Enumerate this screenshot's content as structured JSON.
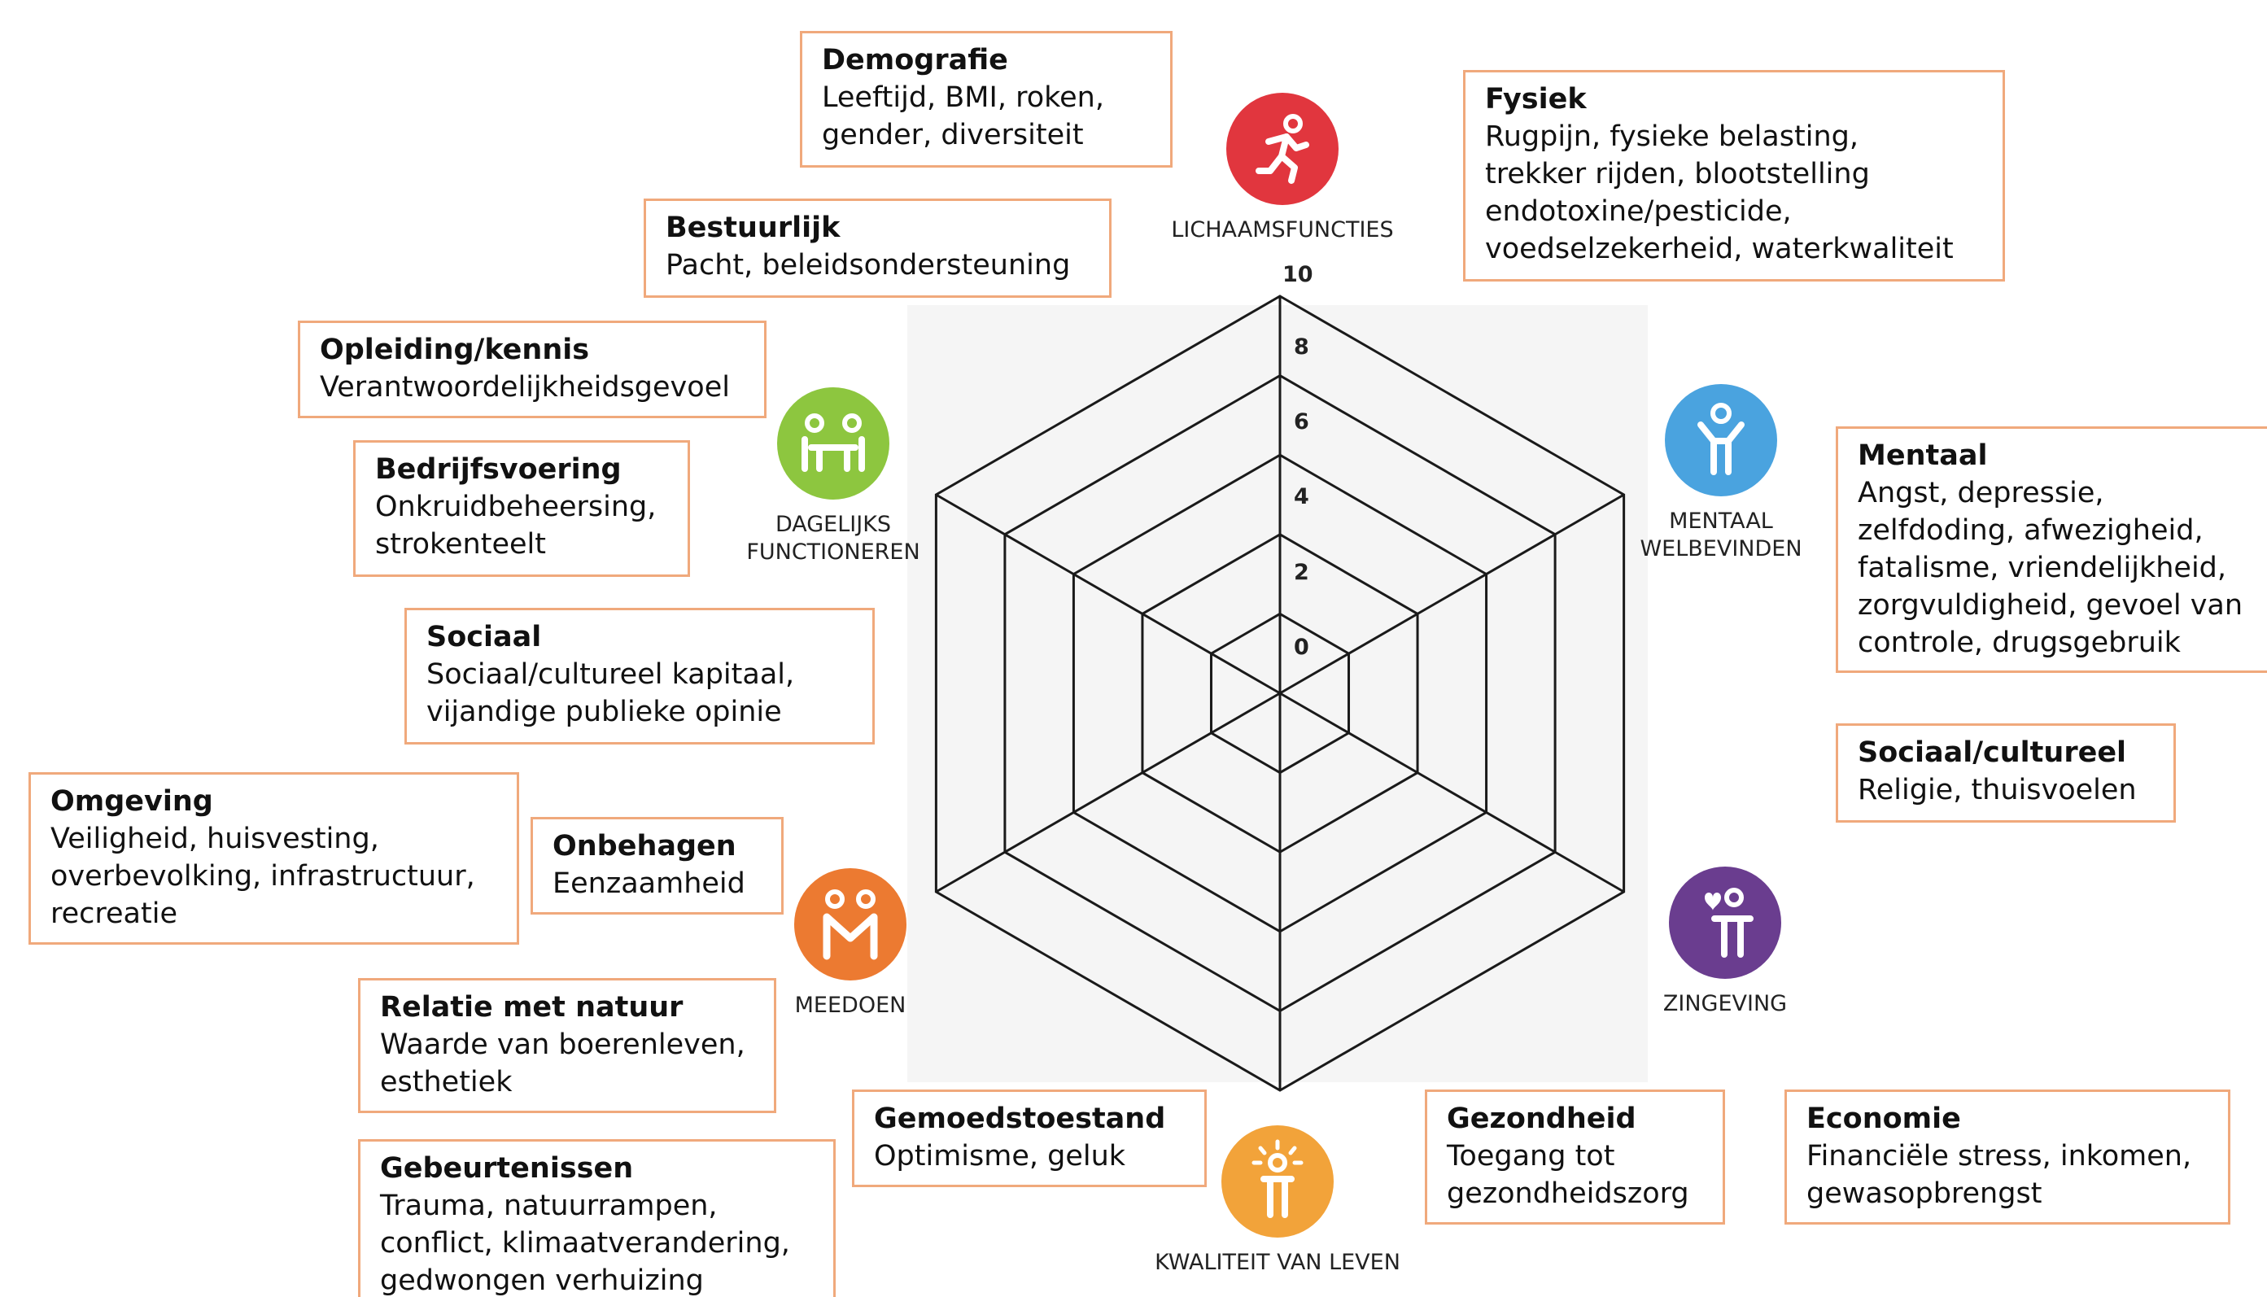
{
  "colors": {
    "box_border": "#f0a97c",
    "grid_line": "#1a1a1a",
    "lichaamsfuncties": "#e1363e",
    "mentaal_welbevinden": "#4aa3df",
    "zingeving": "#6a3d8f",
    "kwaliteit_van_leven": "#f2a33a",
    "meedoen": "#ec7a31",
    "dagelijks_functioneren": "#8dc63f"
  },
  "radar": {
    "ticks": [
      "10",
      "8",
      "6",
      "4",
      "2",
      "0"
    ]
  },
  "dimensions": {
    "lichaamsfuncties": {
      "label": "LICHAAMSFUNCTIES",
      "icon": "running-person-icon"
    },
    "mentaal_welbevinden": {
      "label_line1": "MENTAAL",
      "label_line2": "WELBEVINDEN",
      "icon": "person-arms-up-icon"
    },
    "zingeving": {
      "label": "ZINGEVING",
      "icon": "person-heart-icon"
    },
    "kwaliteit_van_leven": {
      "label": "KWALITEIT VAN LEVEN",
      "icon": "radiant-person-icon"
    },
    "meedoen": {
      "label": "MEEDOEN",
      "icon": "two-people-together-icon"
    },
    "dagelijks_functioneren": {
      "label_line1": "DAGELIJKS",
      "label_line2": "FUNCTIONEREN",
      "icon": "people-at-table-icon"
    }
  },
  "boxes": {
    "demografie": {
      "title": "Demografie",
      "lines": [
        "Leeftijd, BMI, roken,",
        "gender, diversiteit"
      ]
    },
    "fysiek": {
      "title": "Fysiek",
      "lines": [
        "Rugpijn, fysieke belasting,",
        "trekker rijden, blootstelling",
        "endotoxine/pesticide,",
        "voedselzekerheid, waterkwaliteit"
      ]
    },
    "bestuurlijk": {
      "title": "Bestuurlijk",
      "lines": [
        "Pacht, beleidsondersteuning"
      ]
    },
    "opleiding": {
      "title": "Opleiding/kennis",
      "lines": [
        "Verantwoordelijkheidsgevoel"
      ]
    },
    "bedrijfsvoering": {
      "title": "Bedrijfsvoering",
      "lines": [
        "Onkruidbeheersing,",
        "strokenteelt"
      ]
    },
    "mentaal": {
      "title": "Mentaal",
      "lines": [
        "Angst, depressie,",
        "zelfdoding, afwezigheid,",
        "fatalisme, vriendelijkheid,",
        "zorgvuldigheid, gevoel van",
        "controle, drugsgebruik"
      ]
    },
    "sociaal": {
      "title": "Sociaal",
      "lines": [
        "Sociaal/cultureel kapitaal,",
        "vijandige publieke opinie"
      ]
    },
    "sociaal_cultureel": {
      "title": "Sociaal/cultureel",
      "lines": [
        "Religie, thuisvoelen"
      ]
    },
    "omgeving": {
      "title": "Omgeving",
      "lines": [
        "Veiligheid, huisvesting,",
        "overbevolking, infrastructuur,",
        "recreatie"
      ]
    },
    "onbehagen": {
      "title": "Onbehagen",
      "lines": [
        "Eenzaamheid"
      ]
    },
    "relatie_natuur": {
      "title": "Relatie met natuur",
      "lines": [
        "Waarde van boerenleven,",
        "esthetiek"
      ]
    },
    "gebeurtenissen": {
      "title": "Gebeurtenissen",
      "lines": [
        "Trauma, natuurrampen,",
        "conflict, klimaatverandering,",
        "gedwongen verhuizing"
      ]
    },
    "gemoedstoestand": {
      "title": "Gemoedstoestand",
      "lines": [
        "Optimisme, geluk"
      ]
    },
    "gezondheid": {
      "title": "Gezondheid",
      "lines": [
        "Toegang tot",
        "gezondheidszorg"
      ]
    },
    "economie": {
      "title": "Economie",
      "lines": [
        "Financiële stress, inkomen,",
        "gewasopbrengst"
      ]
    }
  }
}
